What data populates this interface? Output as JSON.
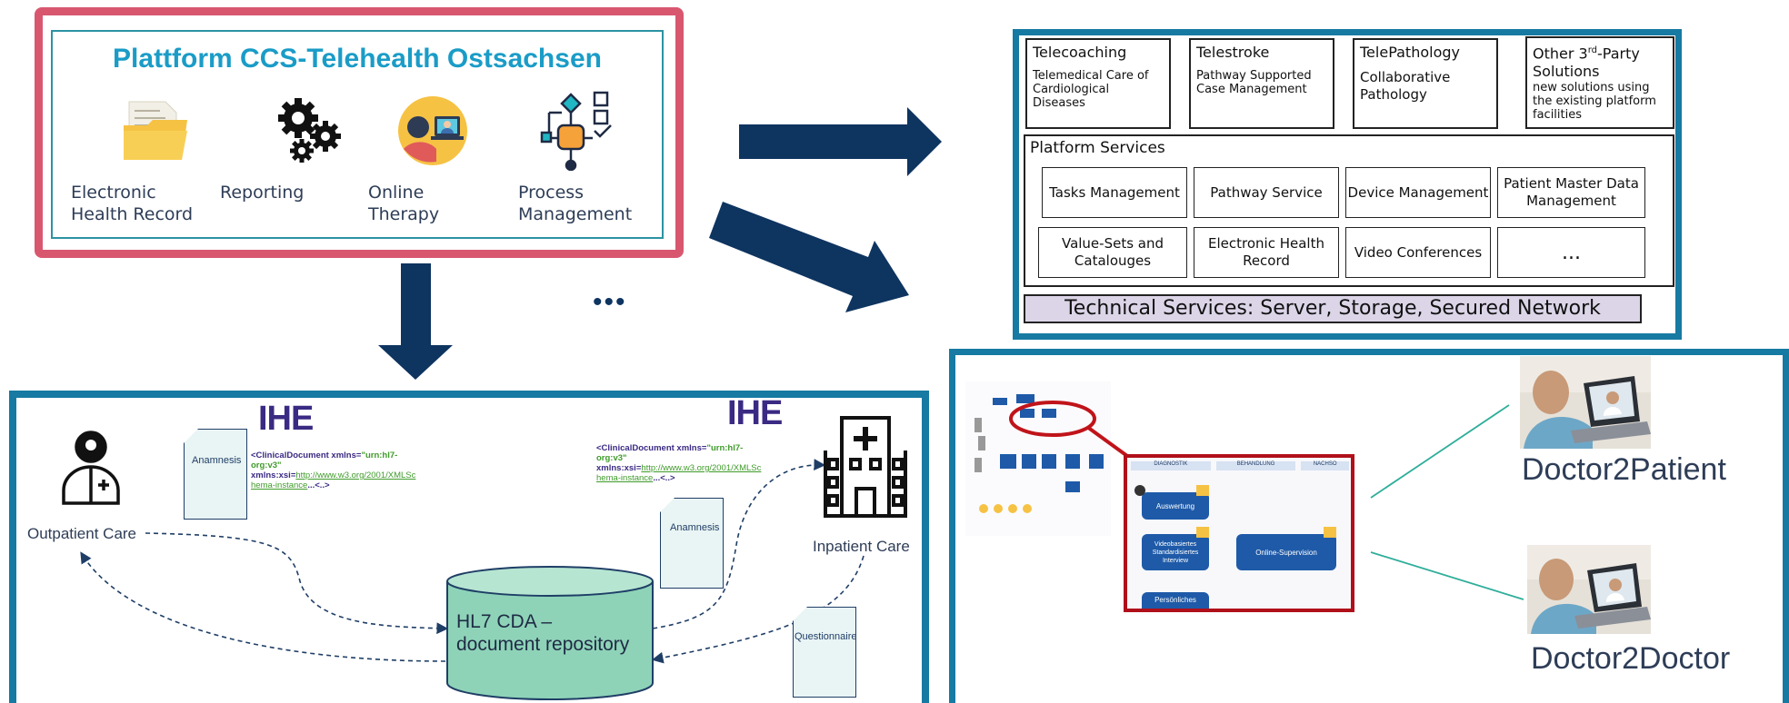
{
  "platform": {
    "title": "Plattform CCS-Telehealth Ostsachsen",
    "modules": [
      {
        "icon": "folder-icon",
        "line1": "Electronic",
        "line2": "Health Record"
      },
      {
        "icon": "gears-icon",
        "line1": "Reporting",
        "line2": ""
      },
      {
        "icon": "video-consultation-icon",
        "line1": "Online",
        "line2": "Therapy"
      },
      {
        "icon": "flowchart-icon",
        "line1": "Process",
        "line2": "Management"
      }
    ]
  },
  "ellipsis": "•••",
  "services": {
    "top_boxes": [
      {
        "title": "Telecoaching",
        "desc": "Telemedical Care of Cardiological Diseases"
      },
      {
        "title": "Telestroke",
        "desc": "Pathway Supported Case Management"
      },
      {
        "title": "TelePathology",
        "desc": "Collaborative Pathology"
      },
      {
        "title_main": "Other 3",
        "title_sup": "rd",
        "title_rest": "-Party Solutions",
        "desc": "new solutions using the existing platform facilities"
      }
    ],
    "platform_services_label": "Platform Services",
    "cells": [
      "Tasks Management",
      "Pathway Service",
      "Device Management",
      "Patient Master Data Management",
      "Value-Sets and Catalouges",
      "Electronic Health Record",
      "Video Conferences",
      "..."
    ],
    "technical": "Technical Services: Server, Storage, Secured Network"
  },
  "cda": {
    "ihe_left": "IHE",
    "ihe_right": "IHE",
    "outpatient": "Outpatient Care",
    "inpatient": "Inpatient Care",
    "doc_anamnesis_left": "Anamnesis",
    "doc_anamnesis_right": "Anamnesis",
    "doc_questionnaire": "Questionnaire",
    "repository_line1": "HL7 CDA –",
    "repository_line2": "document repository",
    "xml": {
      "tag": "<ClinicalDocument",
      "attr1": " xmlns=",
      "val1": "\"urn:hl7-org:v3\"",
      "attr2": "xmlns:xsi=",
      "url": "http://www.w3.org/2001/XMLSchema-instance",
      "end": "...<..>"
    },
    "repo_color": "#8ed3b8"
  },
  "telemedicine": {
    "doctor2patient": "Doctor2Patient",
    "doctor2doctor": "Doctor2Doctor",
    "zoom_header": [
      "DIAGNOSTIK",
      "BEHANDLUNG",
      "NACHSO"
    ],
    "zoom_nodes": [
      "Auswertung",
      "Videobasiertes Standardisiertes Interview",
      "Online-Supervision",
      "Persönliches"
    ]
  },
  "colors": {
    "accent_pink": "#d8576f",
    "frame_blue": "#167aa2",
    "arrow_navy": "#0e3460",
    "title_blue": "#1a9cc7"
  }
}
